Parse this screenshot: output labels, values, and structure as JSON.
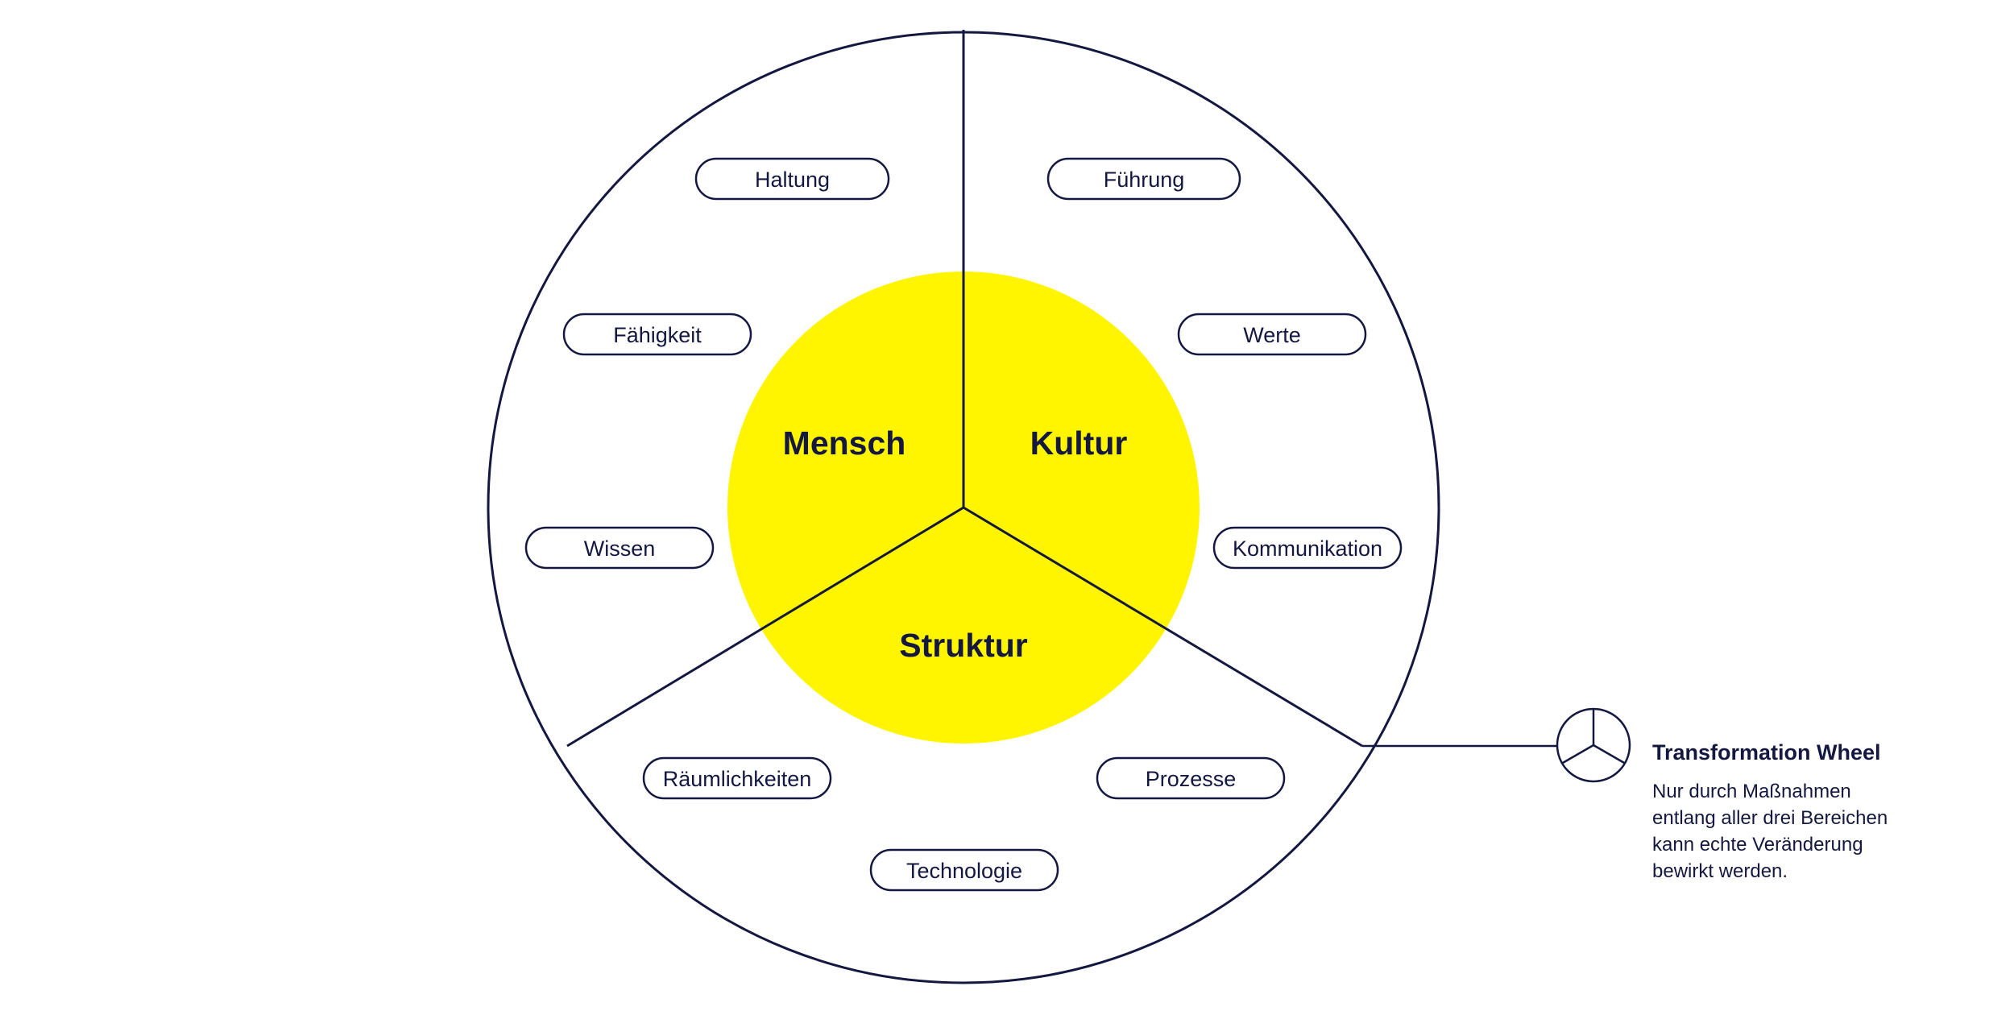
{
  "colors": {
    "stroke": "#141840",
    "core": "#fff500",
    "background": "#ffffff"
  },
  "sectors": {
    "mensch": "Mensch",
    "kultur": "Kultur",
    "struktur": "Struktur"
  },
  "factors": {
    "haltung": "Haltung",
    "faehigkeit": "Fähigkeit",
    "wissen": "Wissen",
    "fuehrung": "Führung",
    "werte": "Werte",
    "kommunikation": "Kommunikation",
    "raeumlichkeiten": "Räumlichkeiten",
    "prozesse": "Prozesse",
    "technologie": "Technologie"
  },
  "legend": {
    "icon": "wheel-icon",
    "title": "Transformation Wheel",
    "lines": [
      "Nur durch Maßnahmen",
      "entlang aller drei Bereichen",
      "kann echte Veränderung",
      "bewirkt werden."
    ]
  }
}
